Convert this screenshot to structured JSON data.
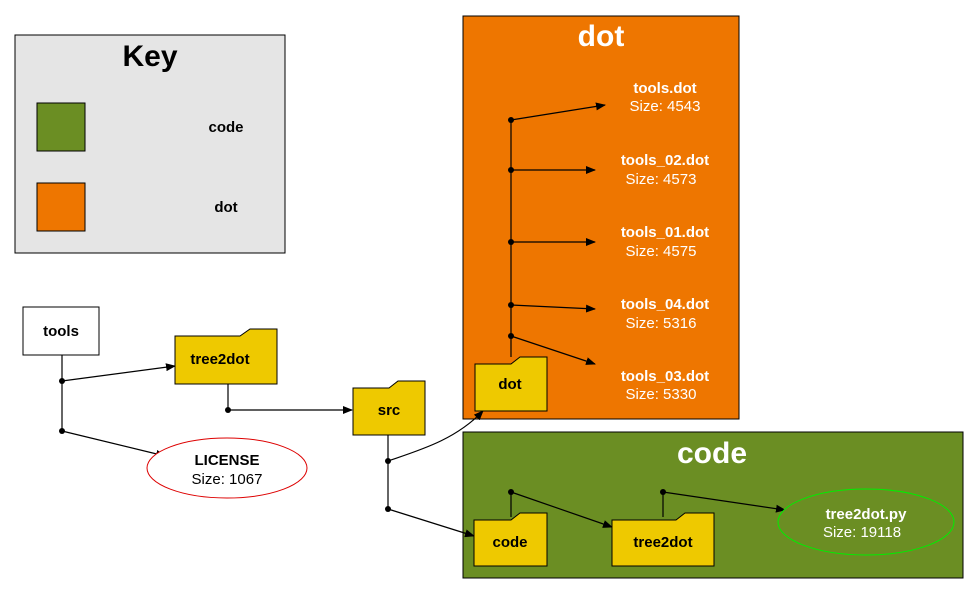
{
  "colors": {
    "code": "#6b8e23",
    "dot": "#ee7600",
    "folder": "#eec900",
    "key_bg": "#e5e5e5",
    "license_outline": "#dd0000",
    "py_outline": "#00ee00"
  },
  "key": {
    "title": "Key",
    "items": [
      {
        "label": "code",
        "color": "#6b8e23"
      },
      {
        "label": "dot",
        "color": "#ee7600"
      }
    ]
  },
  "clusters": {
    "dot": {
      "title": "dot"
    },
    "code": {
      "title": "code"
    }
  },
  "nodes": {
    "tools": {
      "label": "tools"
    },
    "tree2dot_root": {
      "label": "tree2dot"
    },
    "license": {
      "name": "LICENSE",
      "size": "Size: 1067"
    },
    "src": {
      "label": "src"
    },
    "dot_folder": {
      "label": "dot"
    },
    "code_folder": {
      "label": "code"
    },
    "tree2dot_code": {
      "label": "tree2dot"
    },
    "tree2dot_py": {
      "name": "tree2dot.py",
      "size": "Size: 19118"
    },
    "dot_files": [
      {
        "name": "tools.dot",
        "size": "Size: 4543"
      },
      {
        "name": "tools_02.dot",
        "size": "Size: 4573"
      },
      {
        "name": "tools_01.dot",
        "size": "Size: 4575"
      },
      {
        "name": "tools_04.dot",
        "size": "Size: 5316"
      },
      {
        "name": "tools_03.dot",
        "size": "Size: 5330"
      }
    ]
  }
}
